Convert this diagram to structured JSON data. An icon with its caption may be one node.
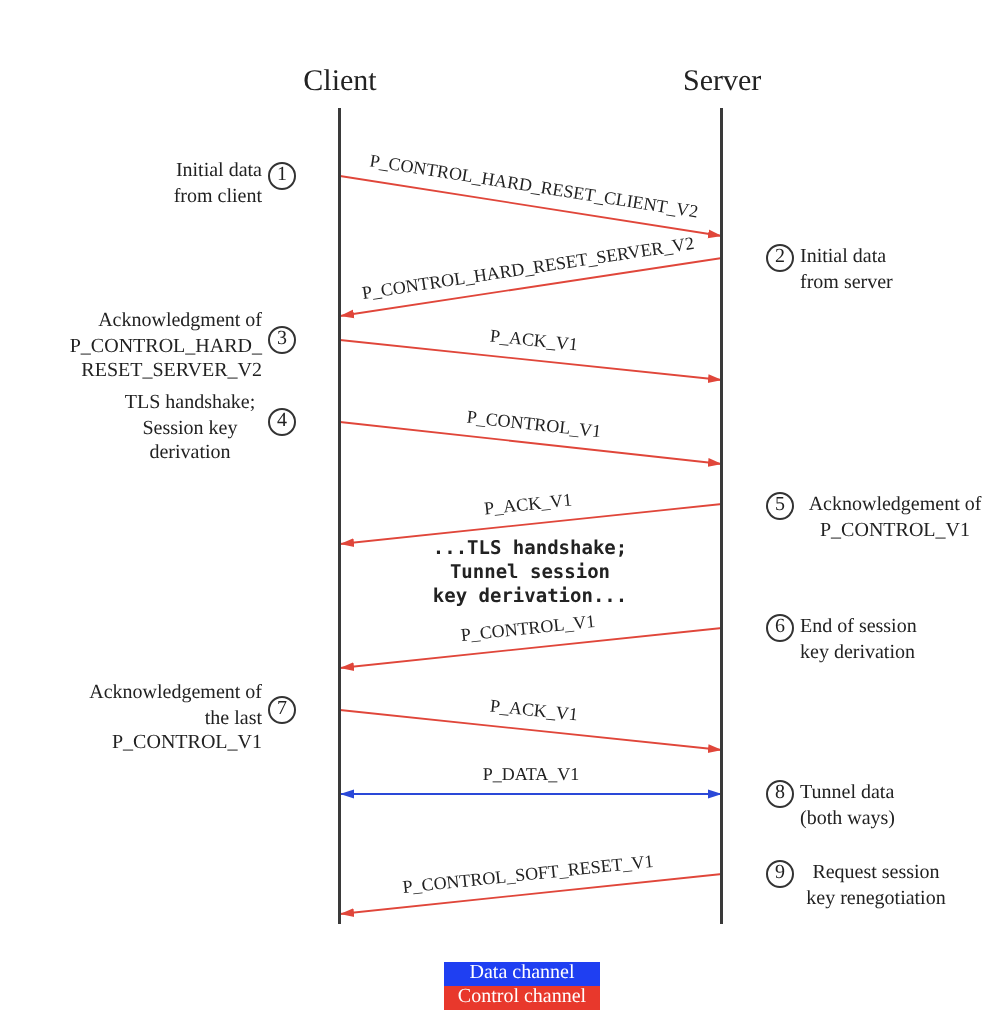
{
  "diagram": {
    "nodes": [
      {
        "text": [
          "Client"
        ]
      },
      {
        "text": [
          "Server"
        ]
      },
      {
        "text": [
          "1"
        ],
        "beside": [
          "Initial data from client"
        ]
      },
      {
        "text": [
          "2"
        ],
        "beside": [
          "Initial data from server"
        ]
      },
      {
        "text": [
          "3"
        ],
        "beside": [
          "Acknowledgment of P_CONTROL_HARD_ RESET_SERVER_V2"
        ]
      },
      {
        "text": [
          "4"
        ],
        "beside": [
          "TLS handshake; Session key derivation"
        ]
      },
      {
        "text": [
          "5"
        ],
        "beside": [
          "Acknowledgement of P_CONTROL_V1"
        ]
      },
      {
        "text": [
          "6"
        ],
        "beside": [
          "End of session key derivation"
        ]
      },
      {
        "text": [
          "7"
        ],
        "beside": [
          "Acknowledgement of the last P_CONTROL_V1"
        ]
      },
      {
        "text": [
          "8"
        ],
        "beside": [
          "Tunnel data (both ways)"
        ]
      },
      {
        "text": [
          "9"
        ],
        "beside": [
          "Request session key renegotiation"
        ]
      }
    ],
    "edges": [
      {
        "from": 0,
        "to": 1,
        "arrow": "to",
        "label": "P_CONTROL_HARD_RESET_CLIENT_V2"
      },
      {
        "from": 1,
        "to": 0,
        "arrow": "to",
        "label": "P_CONTROL_HARD_RESET_SERVER_V2"
      },
      {
        "from": 0,
        "to": 1,
        "arrow": "to",
        "label": "P_ACK_V1"
      },
      {
        "from": 0,
        "to": 1,
        "arrow": "to",
        "label": "P_CONTROL_V1"
      },
      {
        "from": 1,
        "to": 0,
        "arrow": "to",
        "label": "P_ACK_V1"
      },
      {
        "from": 1,
        "to": 0,
        "arrow": "to",
        "label": "P_CONTROL_V1"
      },
      {
        "from": 0,
        "to": 1,
        "arrow": "to",
        "label": "P_ACK_V1"
      },
      {
        "from": 0,
        "to": 1,
        "arrow": "both",
        "label": "P_DATA_V1",
        "color": "#2a48d8"
      },
      {
        "from": 1,
        "to": 0,
        "arrow": "to",
        "label": "P_CONTROL_SOFT_RESET_V1"
      }
    ],
    "labels": [
      "...TLS handshake; Tunnel session key derivation..."
    ],
    "legend": [
      {
        "text": "Data channel",
        "color": "#1f3ff2"
      },
      {
        "text": "Control channel",
        "color": "#e8382c"
      }
    ]
  }
}
